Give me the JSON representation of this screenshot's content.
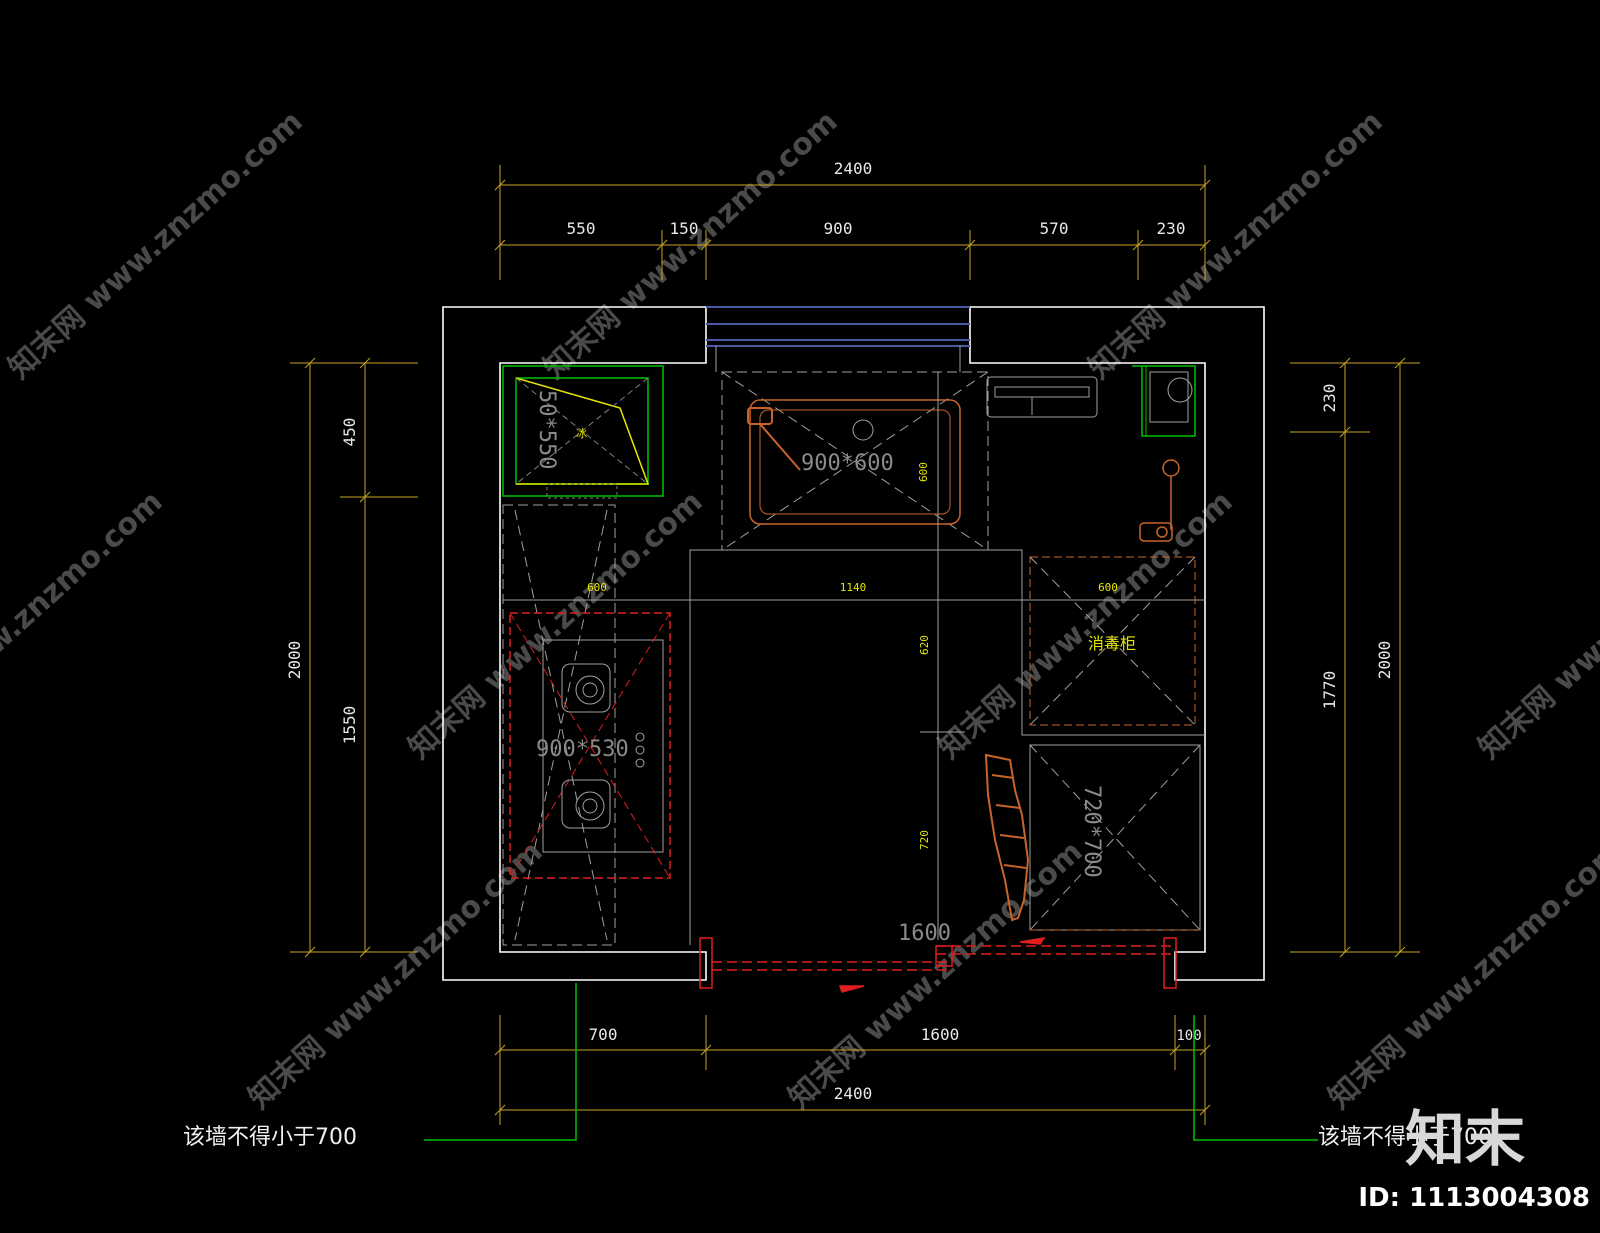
{
  "dimensions": {
    "top_total": "2400",
    "top_segments": [
      "550",
      "150",
      "900",
      "570",
      "230"
    ],
    "bottom_segments": [
      "700",
      "1600",
      "100"
    ],
    "bottom_total": "2400",
    "left_total": "2000",
    "left_segments": [
      "450",
      "1550"
    ],
    "right_total": "2000",
    "right_segments": [
      "230",
      "1770"
    ]
  },
  "interior_labels": {
    "fridge_size": "50*550",
    "sink_size": "900*600",
    "sink_depth": "600",
    "stove_size": "900*530",
    "left_counter_width": "600",
    "middle_width": "1140",
    "right_counter_width": "600",
    "upper_depth": "620",
    "lower_depth": "720",
    "disinfection_cabinet": "消毒柜",
    "cabinet_size": "720*700",
    "door_width": "1600"
  },
  "notes": {
    "left": "该墙不得小于700",
    "right": "该墙不得小于700"
  },
  "watermark": {
    "text": "知末网 www.znzmo.com",
    "brand": "知末",
    "id": "ID: 1113004308"
  },
  "colors": {
    "background": "#000000",
    "wall": "#ffffff",
    "dimension": "#c9a227",
    "cabinet": "#c8642a",
    "appliance_red": "#e01e1e",
    "green": "#00c000",
    "yellow": "#e6e600",
    "window": "#4a5aa0"
  }
}
